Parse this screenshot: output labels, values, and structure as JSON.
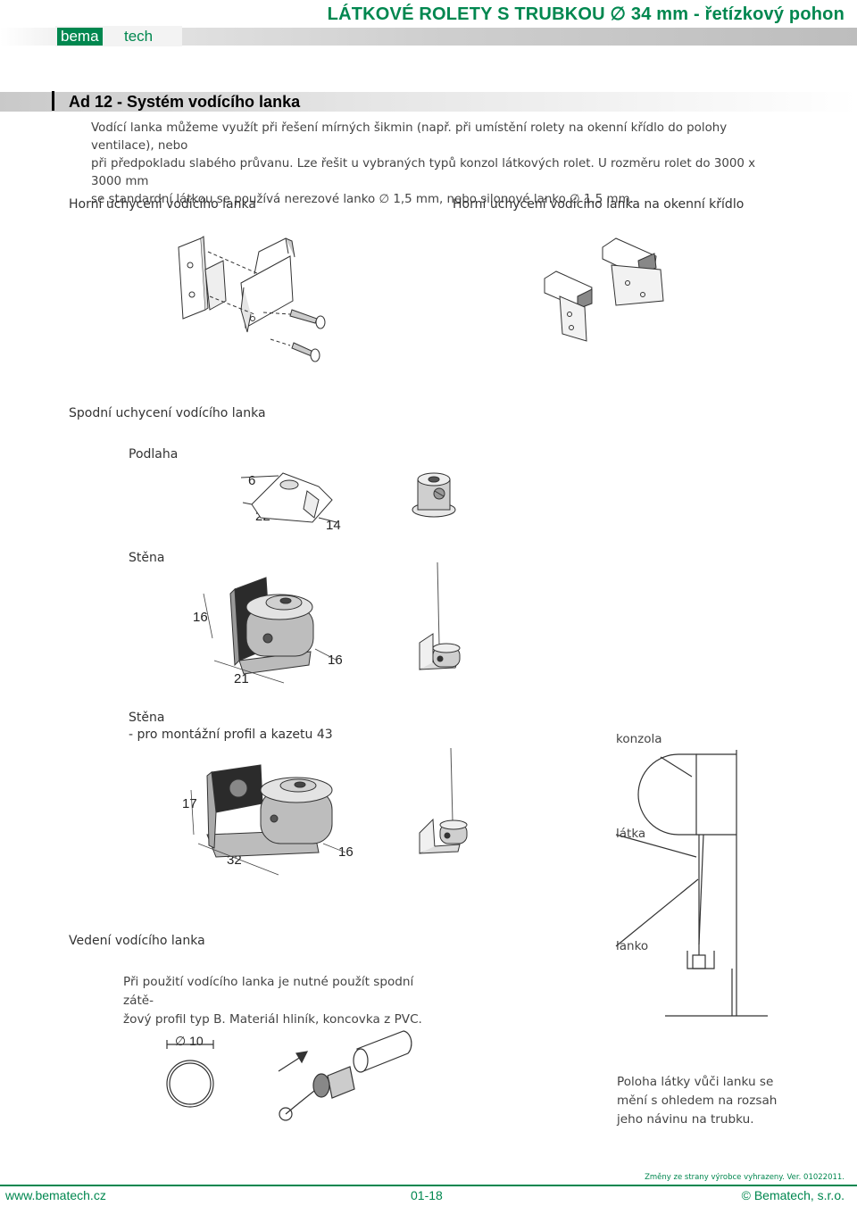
{
  "header": {
    "logo_bema": "bema",
    "logo_tech": "tech",
    "title": "LÁTKOVÉ ROLETY S TRUBKOU ∅ 34 mm - řetízkový pohon"
  },
  "section": {
    "title": "Ad 12 - Systém vodícího lanka",
    "intro_lines": [
      "Vodící lanka můžeme využít při řešení mírných šikmin (např. při umístění rolety na okenní křídlo do polohy ventilace), nebo",
      "při předpokladu slabého průvanu. Lze řešit u vybraných typů konzol látkových rolet. U rozměru rolet do 3000 x 3000 mm",
      "se standardní látkou se používá nerezové lanko ∅ 1,5 mm, nebo silonové lanko ∅ 1,5 mm."
    ]
  },
  "labels": {
    "top_mount": "Horní uchycení vodícího lanka",
    "top_mount_sash": "Horní uchycení vodícího lanka na okenní křídlo",
    "bottom_mount": "Spodní uchycení vodícího lanka",
    "floor": "Podlaha",
    "wall": "Stěna",
    "wall2": "Stěna",
    "wall2_sub": "- pro montážní profil a kazetu 43",
    "guide": "Vedení vodícího lanka",
    "konzola": "konzola",
    "latka": "látka",
    "lanko": "lanko"
  },
  "dimensions": {
    "floor": [
      "6",
      "22",
      "14"
    ],
    "wall": [
      "16",
      "21",
      "16"
    ],
    "wall2": [
      "17",
      "32",
      "16"
    ],
    "diameter": "∅ 10"
  },
  "notes": {
    "guide_note_lines": [
      "Při použití vodícího lanka je nutné použít spodní zátě-",
      "žový profil typ B. Materiál hliník, koncovka z PVC."
    ],
    "position_note_lines": [
      "Poloha látky vůči lanku se",
      "mění s ohledem na rozsah",
      "jeho návinu na trubku."
    ]
  },
  "footer": {
    "url": "www.bematech.cz",
    "page": "01-18",
    "copyright": "© Bematech, s.r.o.",
    "changes": "Změny ze strany výrobce vyhrazeny. Ver. 01022011."
  },
  "colors": {
    "brand_green": "#00874f"
  }
}
